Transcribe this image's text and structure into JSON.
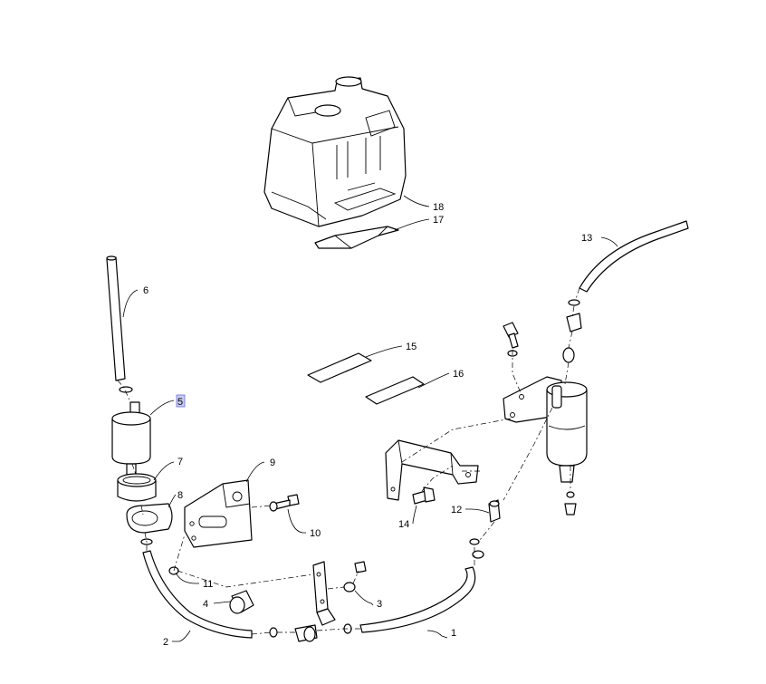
{
  "diagram": {
    "highlighted_callout": "5",
    "highlight_color": "#c9cbf2",
    "parts": [
      {
        "id": "fuel-hose-1",
        "label": "1"
      },
      {
        "id": "fuel-hose-2",
        "label": "2"
      },
      {
        "id": "washer-3",
        "label": "3"
      },
      {
        "id": "plug-4",
        "label": "4"
      },
      {
        "id": "fuel-filter-5",
        "label": "5"
      },
      {
        "id": "fuel-pipe-6",
        "label": "6"
      },
      {
        "id": "rubber-sleeve-7",
        "label": "7"
      },
      {
        "id": "filter-clamp-8",
        "label": "8"
      },
      {
        "id": "filter-bracket-9",
        "label": "9"
      },
      {
        "id": "bolt-10",
        "label": "10"
      },
      {
        "id": "hose-clip-11",
        "label": "11"
      },
      {
        "id": "connector-12",
        "label": "12"
      },
      {
        "id": "fuel-hose-13",
        "label": "13"
      },
      {
        "id": "bolt-14",
        "label": "14"
      },
      {
        "id": "pad-15",
        "label": "15"
      },
      {
        "id": "pad-16",
        "label": "16"
      },
      {
        "id": "strap-17",
        "label": "17"
      },
      {
        "id": "fuel-tank-18",
        "label": "18"
      }
    ]
  }
}
